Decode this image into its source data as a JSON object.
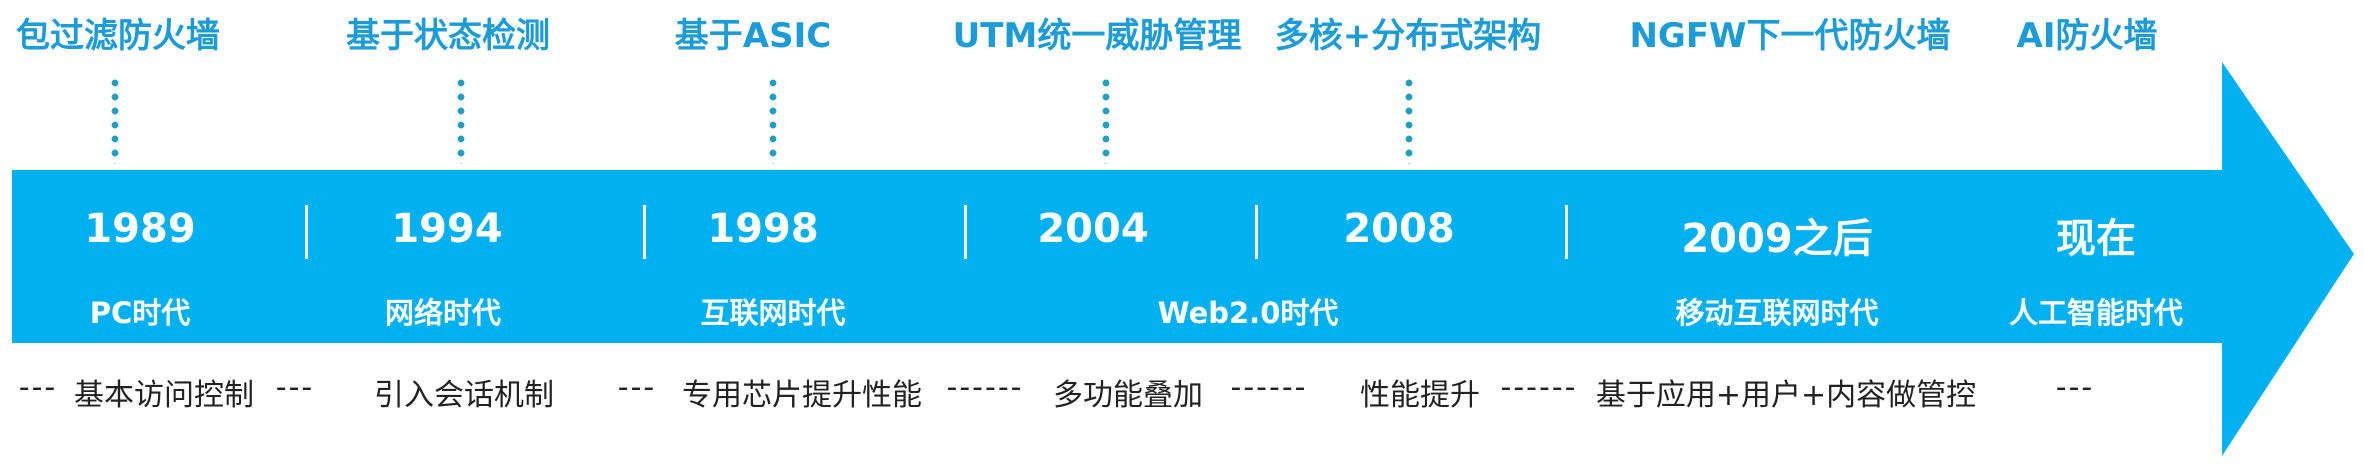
{
  "colors": {
    "band": "#00b0f0",
    "tech_text": "#1c9bd6",
    "dots": "#23a0c0",
    "feature_text": "#222222"
  },
  "stages": [
    {
      "tech": "包过滤防火墙",
      "year": "1989",
      "era": "PC时代",
      "feature": "基本访问控制"
    },
    {
      "tech": "基于状态检测",
      "year": "1994",
      "era": "网络时代",
      "feature": "引入会话机制"
    },
    {
      "tech": "基于ASIC",
      "year": "1998",
      "era": "互联网时代",
      "feature": "专用芯片提升性能"
    },
    {
      "tech": "UTM统一威胁管理",
      "year": "2004",
      "era": "Web2.0时代",
      "feature": "多功能叠加"
    },
    {
      "tech": "多核+分布式架构",
      "year": "2008",
      "era": "",
      "feature": "性能提升"
    },
    {
      "tech": "NGFW下一代防火墙",
      "year": "2009之后",
      "era": "移动互联网时代",
      "feature": "基于应用+用户+内容做管控"
    },
    {
      "tech": "AI防火墙",
      "year": "现在",
      "era": "人工智能时代",
      "feature": ""
    }
  ],
  "dashes": [
    "---",
    "---",
    "---",
    "------",
    "------",
    "------",
    "------",
    "---"
  ]
}
